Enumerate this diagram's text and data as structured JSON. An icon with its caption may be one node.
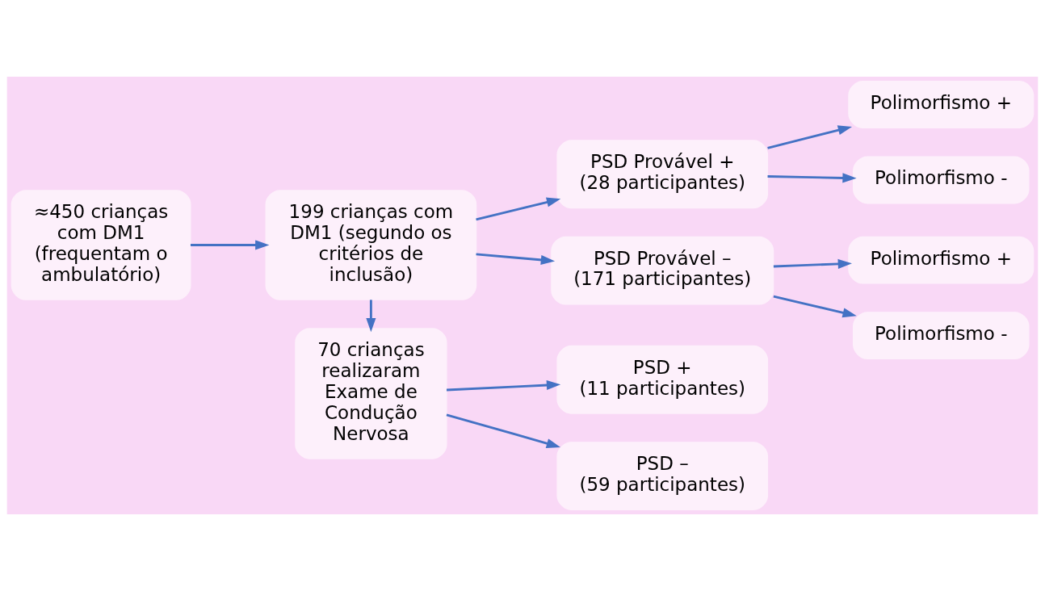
{
  "diagram": {
    "nodes": [
      {
        "text": [
          "≈450 crianças com DM1 (frequentam o ambulatório)"
        ]
      },
      {
        "text": [
          "199 crianças com DM1 (segundo os critérios de inclusão)"
        ]
      },
      {
        "text": [
          "70 crianças realizaram Exame de Condução Nervosa"
        ]
      },
      {
        "text": [
          "PSD +",
          "(11 participantes)"
        ]
      },
      {
        "text": [
          "PSD –",
          "(59 participantes)"
        ]
      },
      {
        "text": [
          "PSD Provável +",
          "(28 participantes)"
        ]
      },
      {
        "text": [
          "PSD Provável –",
          "(171 participantes)"
        ]
      },
      {
        "text": [
          "Polimorfismo +"
        ]
      },
      {
        "text": [
          "Polimorfismo -"
        ]
      },
      {
        "text": [
          "Polimorfismo +"
        ]
      },
      {
        "text": [
          "Polimorfismo -"
        ]
      }
    ],
    "edges": [
      {
        "from": 0,
        "to": 1,
        "arrow": "to"
      },
      {
        "from": 1,
        "to": 2,
        "arrow": "to"
      },
      {
        "from": 2,
        "to": 3,
        "arrow": "to"
      },
      {
        "from": 2,
        "to": 4,
        "arrow": "to"
      },
      {
        "from": 1,
        "to": 5,
        "arrow": "to"
      },
      {
        "from": 1,
        "to": 6,
        "arrow": "to"
      },
      {
        "from": 5,
        "to": 7,
        "arrow": "to"
      },
      {
        "from": 5,
        "to": 8,
        "arrow": "to"
      },
      {
        "from": 6,
        "to": 9,
        "arrow": "to"
      },
      {
        "from": 6,
        "to": 10,
        "arrow": "to"
      }
    ]
  }
}
